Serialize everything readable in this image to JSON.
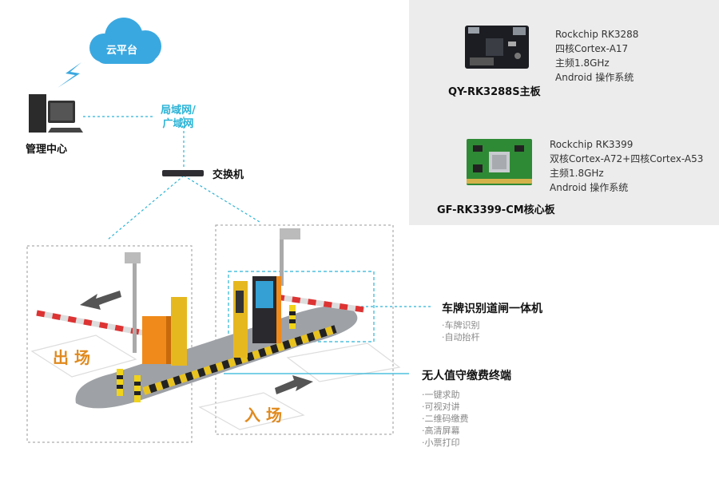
{
  "cloud": {
    "label": "云平台"
  },
  "network": {
    "line1": "局域网/",
    "line2": "广域网"
  },
  "nodes": {
    "management": "管理中心",
    "switch": "交换机"
  },
  "boards": [
    {
      "name": "QY-RK3288S主板",
      "specs": [
        "Rockchip RK3288",
        "四核Cortex-A17",
        "主频1.8GHz",
        "Android 操作系统"
      ]
    },
    {
      "name": "GF-RK3399-CM核心板",
      "specs": [
        "Rockchip RK3399",
        "双核Cortex-A72+四核Cortex-A53",
        "主频1.8GHz",
        "Android 操作系统"
      ]
    }
  ],
  "lanes": {
    "exit": "出 场",
    "entry": "入 场"
  },
  "callouts": [
    {
      "title": "车牌识别道闸一体机",
      "items": [
        "·车牌识别",
        "·自动抬杆"
      ]
    },
    {
      "title": "无人值守缴费终端",
      "items": [
        "·一键求助",
        "·可视对讲",
        "·二维码缴费",
        "·高清屏幕",
        "·小票打印"
      ]
    }
  ],
  "colors": {
    "accent_cyan": "#2bb3d6",
    "lane_orange": "#e08a1e",
    "panel_gray": "#ececec",
    "cloud_blue": "#3aa8e0"
  }
}
